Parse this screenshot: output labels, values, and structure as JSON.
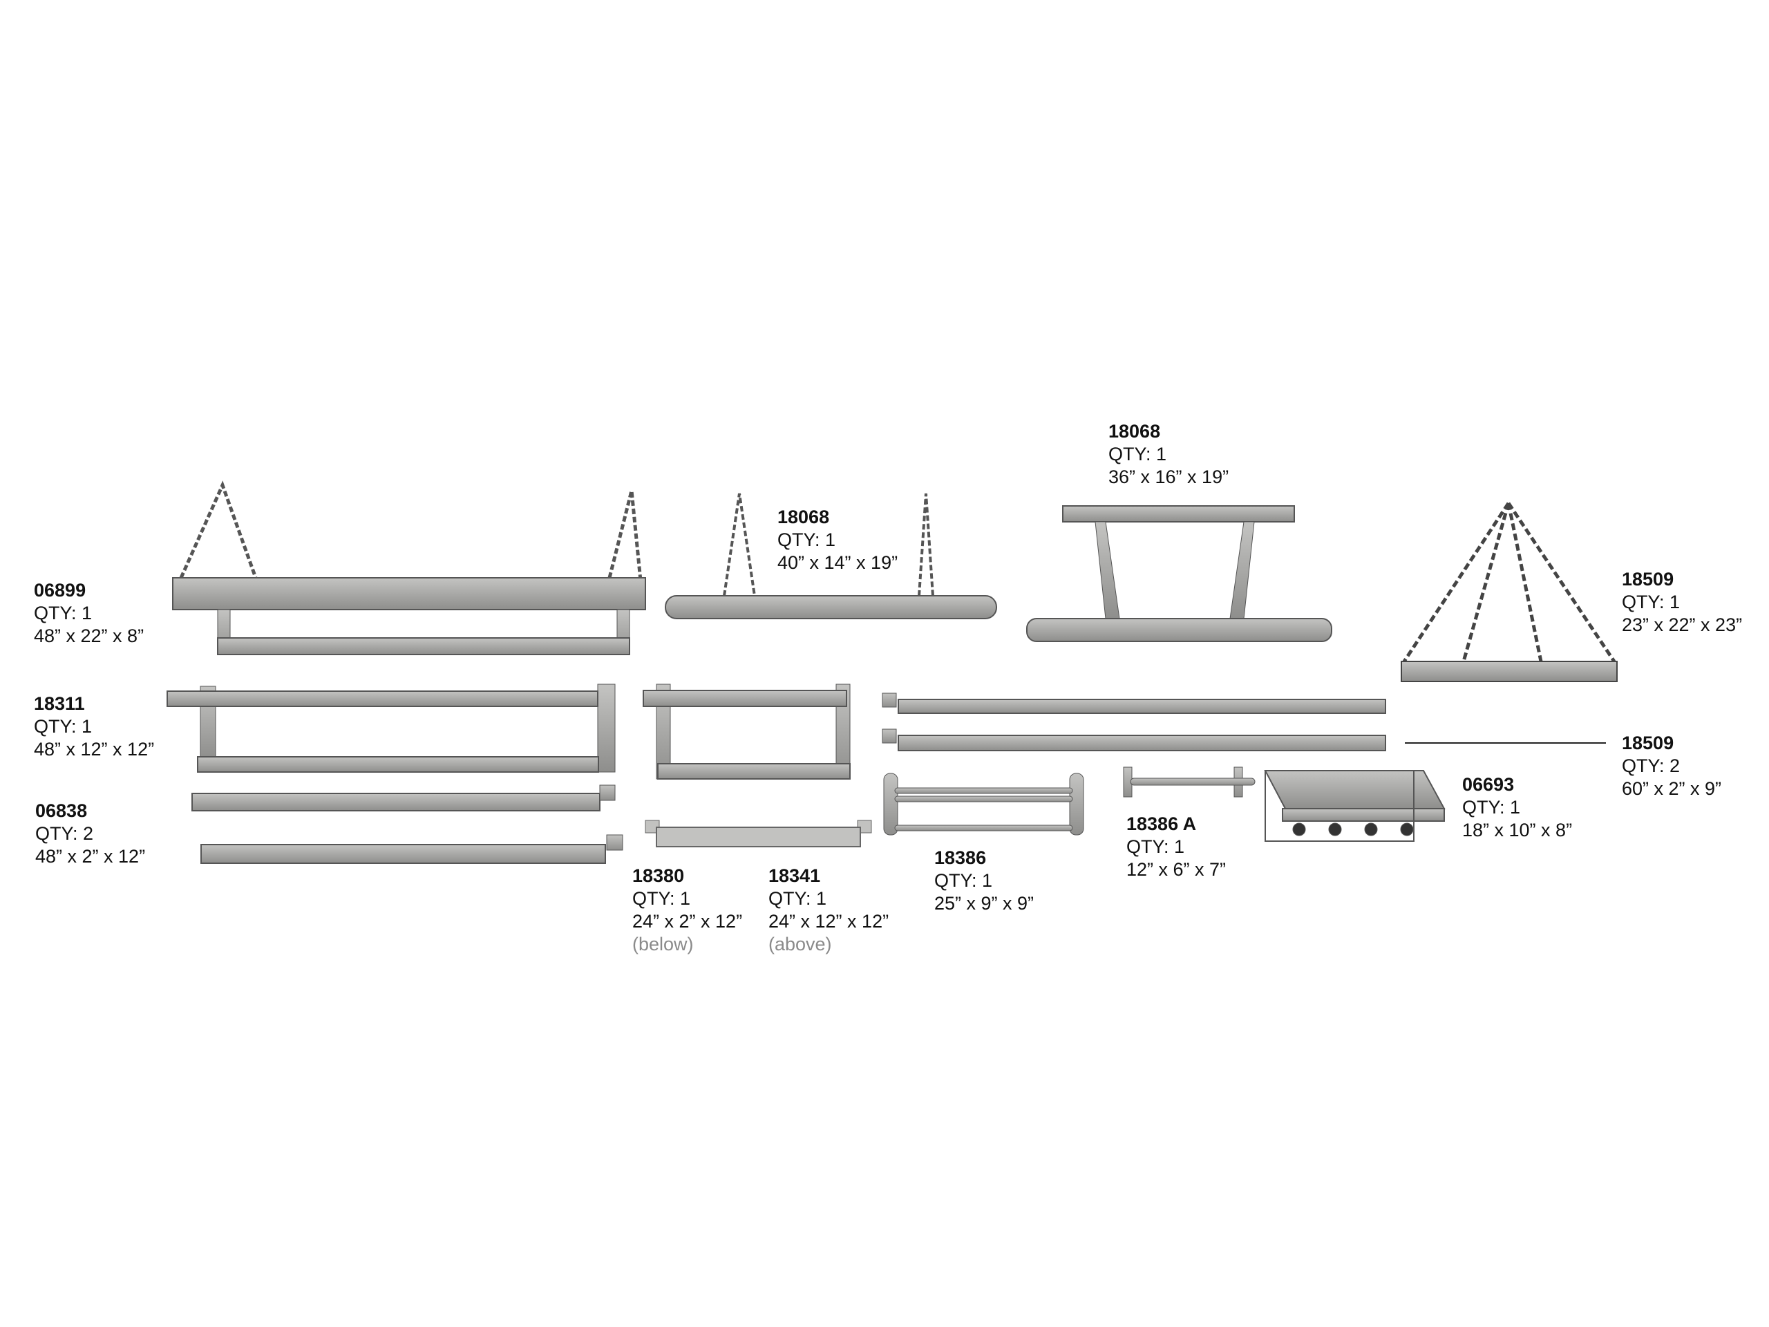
{
  "colors": {
    "steel": "#a9a9a7",
    "steel_dark": "#7d7d7b",
    "chain": "#555555",
    "text": "#111111",
    "note": "#8a8a8a"
  },
  "items": [
    {
      "code": "06899",
      "qty": "QTY: 1",
      "dims": "48” x 22” x 8”"
    },
    {
      "code": "18068",
      "qty": "QTY: 1",
      "dims": "40” x 14” x 19”"
    },
    {
      "code": "18068",
      "qty": "QTY: 1",
      "dims": "36” x 16” x 19”"
    },
    {
      "code": "18509",
      "qty": "QTY: 1",
      "dims": "23” x 22” x 23”"
    },
    {
      "code": "18311",
      "qty": "QTY: 1",
      "dims": "48” x 12” x 12”"
    },
    {
      "code": "06838",
      "qty": "QTY: 2",
      "dims": "48” x 2” x 12”"
    },
    {
      "code": "18509",
      "qty": "QTY: 2",
      "dims": "60” x 2” x 9”"
    },
    {
      "code": "06693",
      "qty": "QTY: 1",
      "dims": "18” x 10” x 8”"
    },
    {
      "code": "18386 A",
      "qty": "QTY: 1",
      "dims": "12” x 6” x 7”"
    },
    {
      "code": "18386",
      "qty": "QTY: 1",
      "dims": "25” x 9” x 9”"
    },
    {
      "code": "18380",
      "qty": "QTY: 1",
      "dims": "24” x 2” x 12”",
      "note": "(below)"
    },
    {
      "code": "18341",
      "qty": "QTY: 1",
      "dims": "24” x 12” x 12”",
      "note": "(above)"
    }
  ]
}
